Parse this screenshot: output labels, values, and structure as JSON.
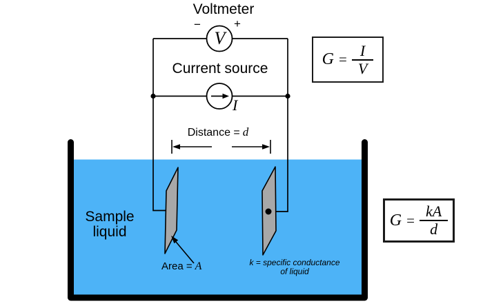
{
  "diagram": {
    "voltmeter": {
      "label": "Voltmeter",
      "minus": "−",
      "plus": "+",
      "symbol": "V"
    },
    "current_source": {
      "label": "Current source",
      "symbol": "I"
    },
    "distance_label": {
      "prefix": "Distance =",
      "var": "d"
    },
    "sample_liquid": {
      "line1": "Sample",
      "line2": "liquid"
    },
    "area_label": {
      "prefix": "Area =",
      "var": "A"
    },
    "conductance_note": {
      "line1": "k = specific conductance",
      "line2": "of liquid"
    },
    "formula_conductance_voltage": {
      "lhs": "G",
      "equals": "=",
      "numerator": "I",
      "denominator": "V"
    },
    "formula_cell_constant": {
      "lhs": "G",
      "equals": "=",
      "numerator": "kA",
      "denominator": "d"
    },
    "colors": {
      "liquid_blue": "#4db3f7",
      "plate_gray": "#a8a8a8",
      "line_black": "#000000",
      "background": "#ffffff"
    }
  }
}
